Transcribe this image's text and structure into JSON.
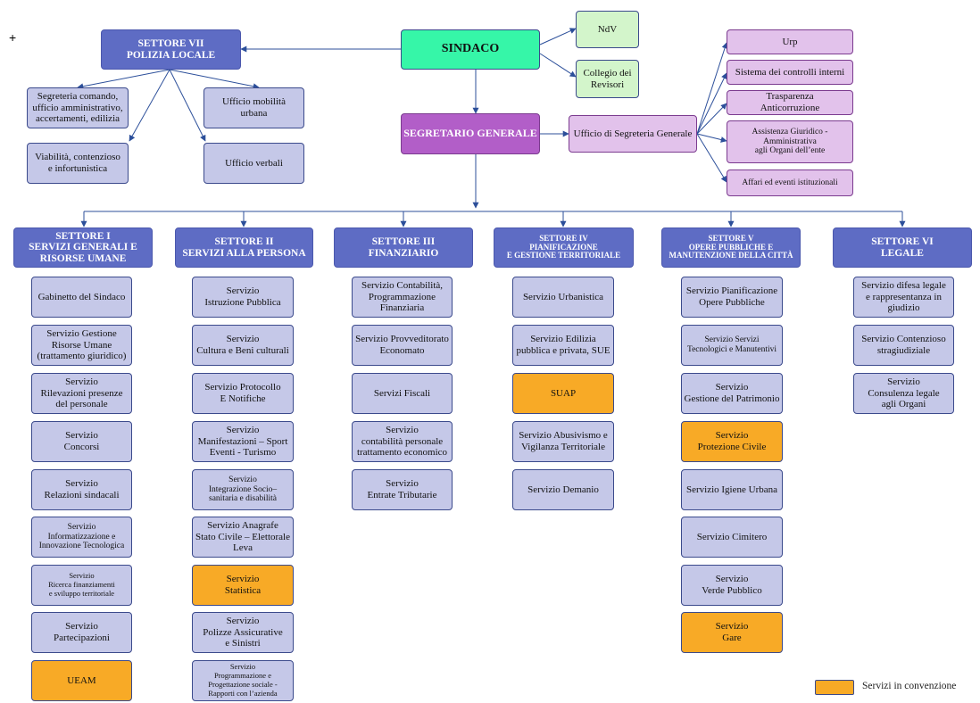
{
  "corner_mark": "+",
  "sindaco": "SINDACO",
  "ndv": "NdV",
  "collegio": "Collegio dei\nRevisori",
  "segretario": "SEGRETARIO GENERALE",
  "ufficio_segreteria": "Ufficio di Segreteria Generale",
  "segreteria_units": [
    "Urp",
    "Sistema dei controlli interni",
    "Trasparenza\nAnticorruzione",
    "Assistenza Giuridico -\nAmministrativa\nagli Organi dell’ente",
    "Affari ed eventi istituzionali"
  ],
  "polizia": {
    "title": "SETTORE VII\nPOLIZIA LOCALE",
    "units": [
      "Segreteria comando,\nufficio amministrativo,\naccertamenti, edilizia",
      "Ufficio mobilità\nurbana",
      "Viabilità, contenzioso\ne infortunistica",
      "Ufficio verbali"
    ]
  },
  "sectors": [
    {
      "title": "SETTORE I\nSERVIZI GENERALI E\nRISORSE UMANE",
      "services": [
        {
          "label": "Gabinetto del Sindaco",
          "convenzione": false
        },
        {
          "label": "Servizio Gestione\nRisorse Umane\n(trattamento giuridico)",
          "convenzione": false
        },
        {
          "label": "Servizio\nRilevazioni presenze\ndel personale",
          "convenzione": false
        },
        {
          "label": "Servizio\nConcorsi",
          "convenzione": false
        },
        {
          "label": "Servizio\nRelazioni sindacali",
          "convenzione": false
        },
        {
          "label": "Servizio\nInformatizzazione e\nInnovazione Tecnologica",
          "convenzione": false
        },
        {
          "label": "Servizio\nRicerca finanziamenti\ne sviluppo territoriale",
          "convenzione": false
        },
        {
          "label": "Servizio\nPartecipazioni",
          "convenzione": false
        },
        {
          "label": "UEAM",
          "convenzione": true
        }
      ]
    },
    {
      "title": "SETTORE II\nSERVIZI ALLA PERSONA",
      "services": [
        {
          "label": "Servizio\nIstruzione Pubblica",
          "convenzione": false
        },
        {
          "label": "Servizio\nCultura e Beni culturali",
          "convenzione": false
        },
        {
          "label": "Servizio Protocollo\nE Notifiche",
          "convenzione": false
        },
        {
          "label": "Servizio\nManifestazioni – Sport\nEventi - Turismo",
          "convenzione": false
        },
        {
          "label": "Servizio\nIntegrazione Socio–\nsanitaria e disabilità",
          "convenzione": false
        },
        {
          "label": "Servizio Anagrafe\nStato Civile – Elettorale\nLeva",
          "convenzione": false
        },
        {
          "label": "Servizio\nStatistica",
          "convenzione": true
        },
        {
          "label": "Servizio\nPolizze Assicurative\ne Sinistri",
          "convenzione": false
        },
        {
          "label": "Servizio\nProgrammazione e\nProgettazione sociale -\nRapporti con l’azienda",
          "convenzione": false
        }
      ]
    },
    {
      "title": "SETTORE III\nFINANZIARIO",
      "services": [
        {
          "label": "Servizio Contabilità,\nProgrammazione\nFinanziaria",
          "convenzione": false
        },
        {
          "label": "Servizio Provveditorato\nEconomato",
          "convenzione": false
        },
        {
          "label": "Servizi Fiscali",
          "convenzione": false
        },
        {
          "label": "Servizio\ncontabilità personale\ntrattamento economico",
          "convenzione": false
        },
        {
          "label": "Servizio\nEntrate Tributarie",
          "convenzione": false
        }
      ]
    },
    {
      "title": "SETTORE IV\nPIANIFICAZIONE\nE GESTIONE TERRITORIALE",
      "services": [
        {
          "label": "Servizio Urbanistica",
          "convenzione": false
        },
        {
          "label": "Servizio Edilizia\npubblica e privata, SUE",
          "convenzione": false
        },
        {
          "label": "SUAP",
          "convenzione": true
        },
        {
          "label": "Servizio Abusivismo e\nVigilanza Territoriale",
          "convenzione": false
        },
        {
          "label": "Servizio Demanio",
          "convenzione": false
        }
      ]
    },
    {
      "title": "SETTORE V\nOPERE PUBBLICHE E\nMANUTENZIONE DELLA CITTÀ",
      "services": [
        {
          "label": "Servizio Pianificazione\nOpere Pubbliche",
          "convenzione": false
        },
        {
          "label": "Servizio Servizi\nTecnologici e Manutentivi",
          "convenzione": false
        },
        {
          "label": "Servizio\nGestione del Patrimonio",
          "convenzione": false
        },
        {
          "label": "Servizio\nProtezione Civile",
          "convenzione": true
        },
        {
          "label": "Servizio Igiene Urbana",
          "convenzione": false
        },
        {
          "label": "Servizio Cimitero",
          "convenzione": false
        },
        {
          "label": "Servizio\nVerde Pubblico",
          "convenzione": false
        },
        {
          "label": "Servizio\nGare",
          "convenzione": true
        }
      ]
    },
    {
      "title": "SETTORE VI\nLEGALE",
      "services": [
        {
          "label": "Servizio difesa legale\ne rappresentanza in\ngiudizio",
          "convenzione": false
        },
        {
          "label": "Servizio Contenzioso\nstragiudiziale",
          "convenzione": false
        },
        {
          "label": "Servizio\nConsulenza legale\nagli Organi",
          "convenzione": false
        }
      ]
    }
  ],
  "legend": {
    "label": "Servizi in convenzione",
    "color": "#f8aa26"
  },
  "colors": {
    "sector": "#5e6cc4",
    "service": "#c5c8e8",
    "convenzione": "#f8aa26",
    "sindaco": "#36f6a8",
    "revisori": "#d3f5cb",
    "segretario": "#b25ec8",
    "segreteria": "#e2c2eb",
    "edge": "#2c4f9a"
  }
}
